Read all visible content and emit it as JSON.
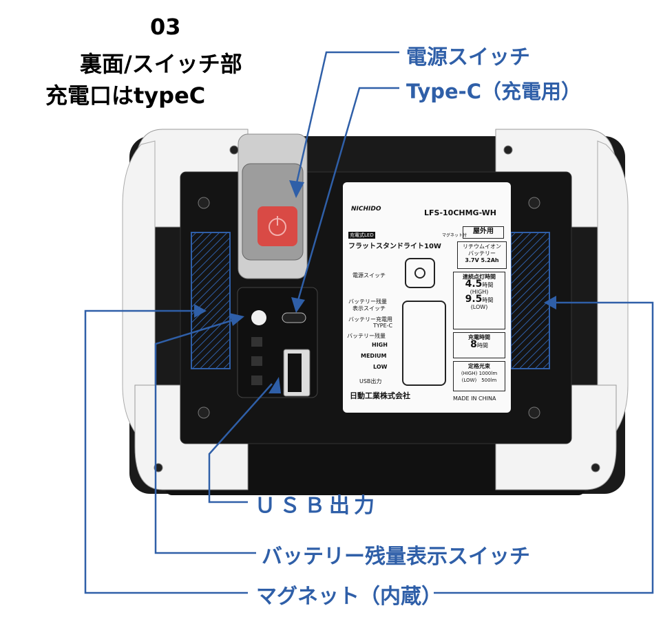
{
  "heading": {
    "number": "03",
    "line1": "裏面/スイッチ部",
    "line2": "充電口はtypeC"
  },
  "callouts": {
    "power_switch": "電源スイッチ",
    "type_c": "Type-C（充電用）",
    "usb_out": "ＵＳＢ出力",
    "battery_switch": "バッテリー残量表示スイッチ",
    "magnet": "マグネット（内蔵）"
  },
  "label": {
    "brand": "NICHIDO",
    "model": "LFS-10CHMG-WH",
    "product_small": "充電式LED",
    "product": "フラットスタンドライト10W",
    "magnet_badge": "マグネット付",
    "outdoor": "屋外用",
    "battery_spec": [
      "リチウムイオン",
      "バッテリー",
      "3.7V 5.2Ah"
    ],
    "power_switch": "電源スイッチ",
    "battery_indicator_switch": [
      "バッテリー残量",
      "表示スイッチ"
    ],
    "battery_charge": [
      "バッテリー充電用",
      "TYPE-C"
    ],
    "battery_level": "バッテリー残量",
    "levels": [
      "HIGH",
      "MEDIUM",
      "LOW"
    ],
    "usb_out": "USB出力",
    "runtime_title": "連続点灯時間",
    "runtime_high": "4.5",
    "runtime_high_unit": "時間",
    "runtime_high_mode": "(HIGH)",
    "runtime_low": "9.5",
    "runtime_low_unit": "時間",
    "runtime_low_mode": "(LOW)",
    "charge_title": "充電時間",
    "charge_value": "8",
    "charge_unit": "時間",
    "flux_title": "定格光束",
    "flux_high": "(HIGH) 1000lm",
    "flux_low": "(LOW)　500lm",
    "company": "日動工業株式会社",
    "origin": "MADE IN CHINA"
  },
  "colors": {
    "accent": "#2f5fa8",
    "power_button": "#d94a45",
    "frame": "#f2f2f2",
    "body": "#161616"
  }
}
